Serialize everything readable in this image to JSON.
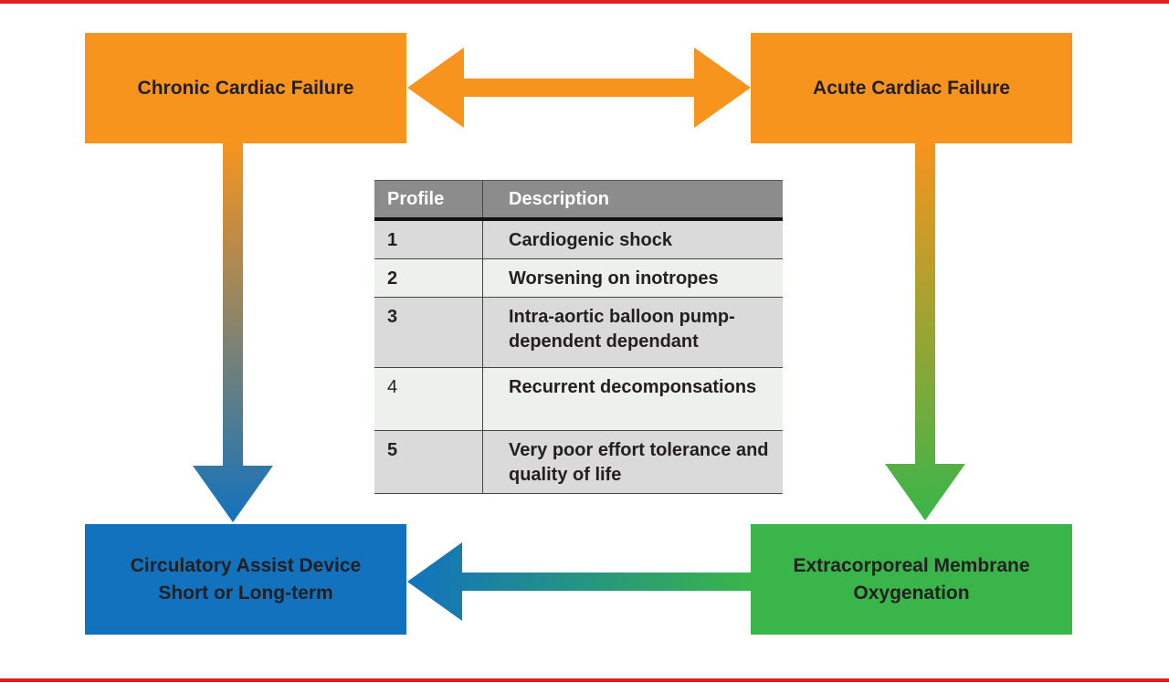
{
  "colors": {
    "orange": "#f7941e",
    "blue": "#1272bd",
    "green": "#39b54a",
    "rule_red": "#e31b23",
    "table_header": "#8c8c8c"
  },
  "boxes": {
    "chronic": "Chronic Cardiac Failure",
    "acute": "Acute Cardiac Failure",
    "cad": "Circulatory Assist Device\nShort or Long-term",
    "ecmo": "Extracorporeal Membrane\nOxygenation"
  },
  "table": {
    "headers": {
      "profile": "Profile",
      "description": "Description"
    },
    "rows": [
      {
        "profile": "1",
        "description": "Cardiogenic shock"
      },
      {
        "profile": "2",
        "description": "Worsening on inotropes"
      },
      {
        "profile": "3",
        "description": "Intra-aortic balloon pump-dependent dependant"
      },
      {
        "profile": "4",
        "description": "Recurrent decomponsations"
      },
      {
        "profile": "5",
        "description": "Very poor effort tolerance and quality of life"
      }
    ]
  }
}
